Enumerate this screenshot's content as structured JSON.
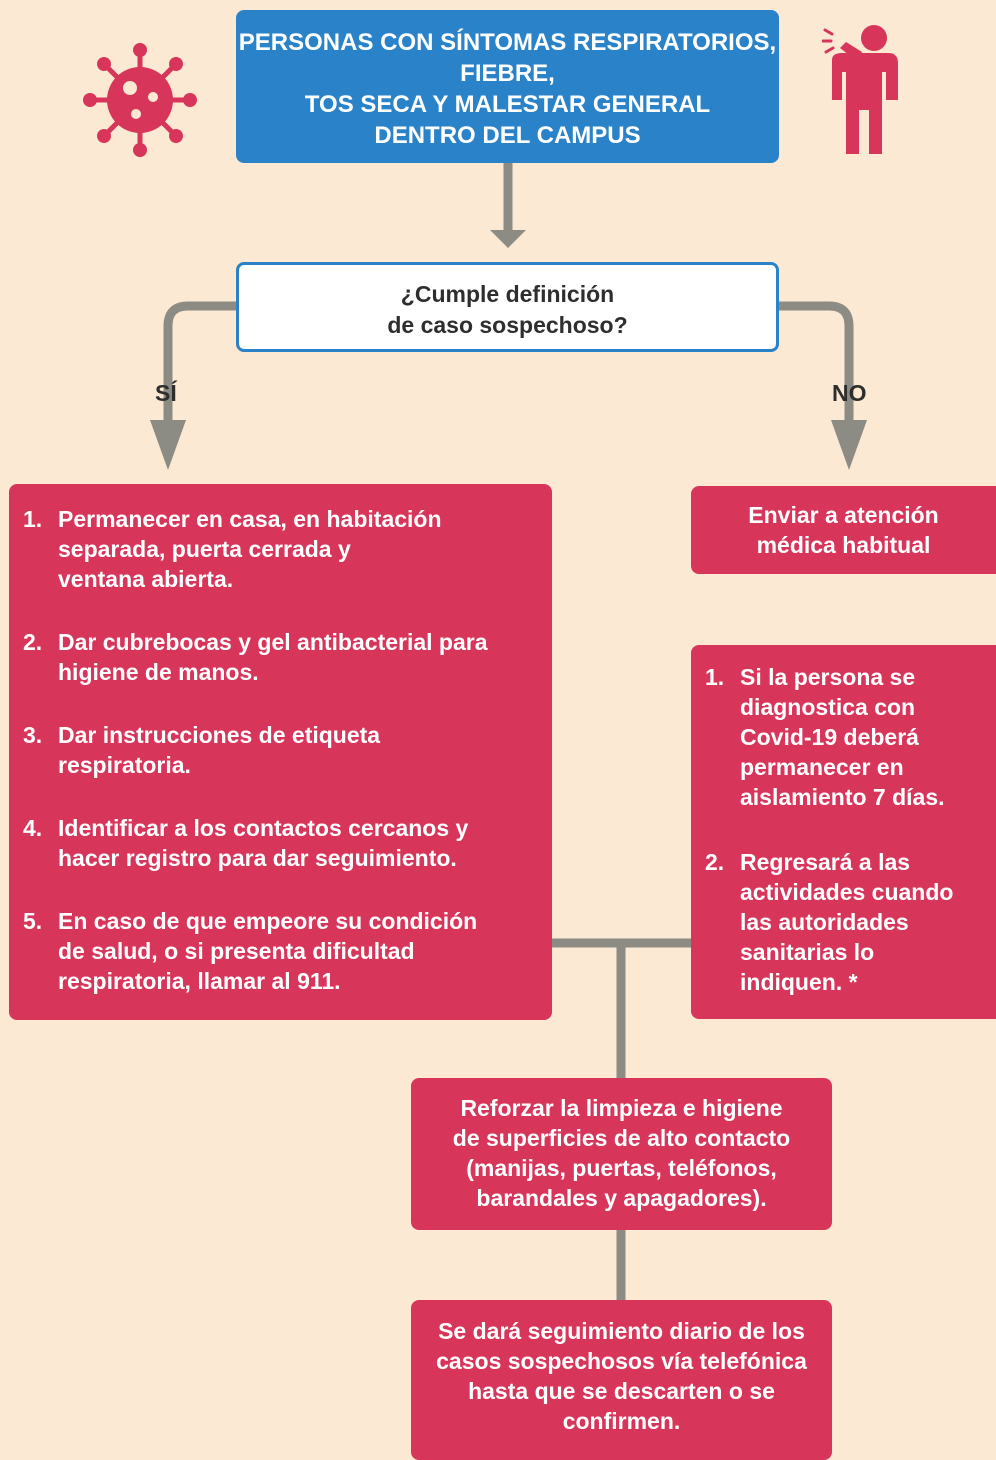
{
  "colors": {
    "background": "#FCE9D3",
    "blue": "#2A82C8",
    "red": "#D8355A",
    "connector": "#8C8C84",
    "text_dark": "#2E2E2E"
  },
  "icons": {
    "left": "virus-icon",
    "right": "coughing-person-icon"
  },
  "header": {
    "lines": [
      "PERSONAS CON SÍNTOMAS RESPIRATORIOS,",
      "FIEBRE,",
      "TOS SECA Y MALESTAR GENERAL",
      "DENTRO DEL CAMPUS"
    ]
  },
  "decision": {
    "lines": [
      "¿Cumple definición",
      "de caso sospechoso?"
    ],
    "yes_label": "SÍ",
    "no_label": "NO"
  },
  "yes_branch": {
    "steps": [
      {
        "num": "1.",
        "lines": [
          "Permanecer en casa, en habitación",
          "separada, puerta cerrada y",
          "ventana abierta."
        ]
      },
      {
        "num": "2.",
        "lines": [
          "Dar cubrebocas y gel antibacterial para",
          "higiene de manos."
        ]
      },
      {
        "num": "3.",
        "lines": [
          "Dar instrucciones de etiqueta",
          "respiratoria."
        ]
      },
      {
        "num": "4.",
        "lines": [
          "Identificar a los contactos cercanos y",
          "hacer registro para dar seguimiento."
        ]
      },
      {
        "num": "5.",
        "lines": [
          "En caso de que empeore su condición",
          "de salud, o si presenta dificultad",
          "respiratoria, llamar al 911."
        ]
      }
    ]
  },
  "no_branch": {
    "lines": [
      "Enviar a atención",
      "médica habitual"
    ]
  },
  "followup": {
    "steps": [
      {
        "num": "1.",
        "lines": [
          "Si la persona se",
          "diagnostica con",
          "Covid-19 deberá",
          "permanecer en",
          "aislamiento 7 días."
        ]
      },
      {
        "num": "2.",
        "lines": [
          "Regresará a las",
          "actividades cuando",
          "las autoridades",
          "sanitarias lo",
          "indiquen. *"
        ]
      }
    ]
  },
  "cleaning": {
    "lines": [
      "Reforzar la limpieza e higiene",
      "de superficies de alto contacto",
      "(manijas, puertas, teléfonos,",
      "barandales y apagadores)."
    ]
  },
  "tracking": {
    "lines": [
      "Se dará seguimiento diario de los",
      "casos sospechosos vía telefónica",
      "hasta que se descarten o se",
      "confirmen."
    ]
  }
}
